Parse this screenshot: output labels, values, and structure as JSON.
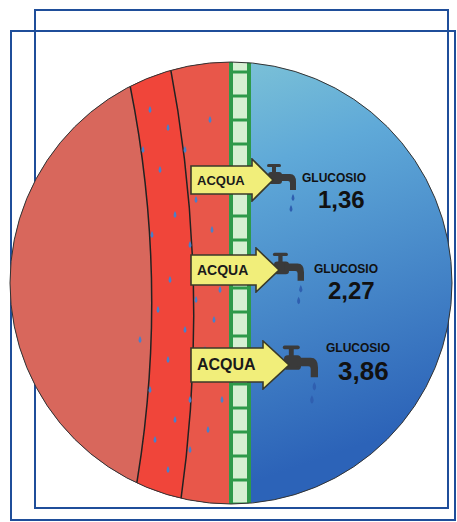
{
  "diagram": {
    "nodes": [
      {
        "text": [
          "ACQUA"
        ]
      },
      {
        "text": [
          "ACQUA"
        ]
      },
      {
        "text": [
          "ACQUA"
        ]
      }
    ],
    "labels": [
      "GLUCOSIO",
      "1,36",
      "GLUCOSIO",
      "2,27",
      "GLUCOSIO",
      "3,86"
    ]
  }
}
